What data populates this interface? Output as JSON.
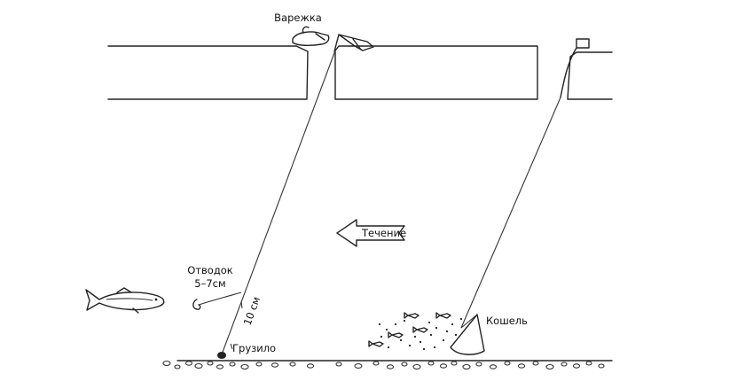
{
  "labels": {
    "mitten": "Варежка",
    "current": "Течение",
    "leader_line1": "Отводок",
    "leader_line2": "5–7см",
    "sinker": "Грузило",
    "distance": "10 см",
    "net": "Кошель"
  },
  "icons": {
    "mitten": "mitten-icon",
    "rod_left": "fishing-rod-icon",
    "rod_right": "fishing-rod-icon",
    "fish_big": "fish-icon",
    "fish_small": "small-fish-icon",
    "net": "net-bag-icon",
    "current_arrow": "arrow-left-icon"
  },
  "colors": {
    "ink": "#222222",
    "background": "#ffffff"
  }
}
